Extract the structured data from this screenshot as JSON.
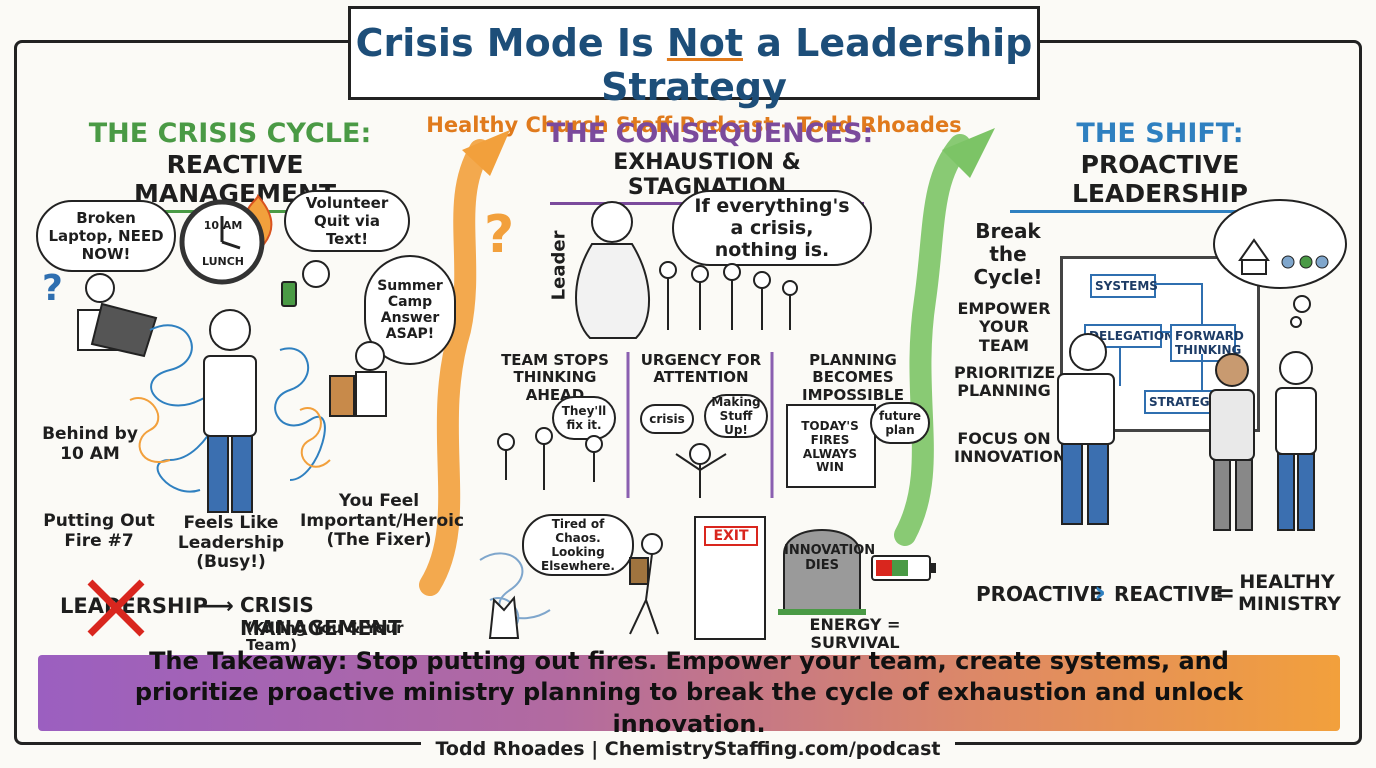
{
  "header": {
    "title_part1": "Crisis Mode Is ",
    "title_not": "Not",
    "title_part2": " a Leadership Strategy",
    "subtitle": "Healthy Church Staff Podcast - Todd Rhoades"
  },
  "crisis": {
    "heading1": "THE CRISIS CYCLE:",
    "heading2": "REACTIVE MANAGEMENT",
    "bubble_laptop": "Broken Laptop, NEED NOW!",
    "clock_time": "10 AM",
    "clock_lunch": "LUNCH",
    "bubble_volunteer": "Volunteer Quit via Text!",
    "bubble_camp": "Summer Camp Answer ASAP!",
    "behind": "Behind by 10 AM",
    "fire": "Putting Out Fire #7",
    "feels": "Feels Like Leadership (Busy!)",
    "important": "You Feel Important/Heroic (The Fixer)",
    "leadership_crossed": "LEADERSHIP",
    "crisis_mgmt": "CRISIS MANAGEMENT",
    "killing": "(Killing You & Your Team)"
  },
  "consequences": {
    "heading1": "THE CONSEQUENCES:",
    "heading2": "EXHAUSTION & STAGNATION",
    "thought": "If everything's a crisis, nothing is.",
    "leader_label": "Leader",
    "col1_title": "TEAM STOPS THINKING AHEAD",
    "col1_bubble": "They'll fix it.",
    "col2_title": "URGENCY FOR ATTENTION",
    "col2_crisis": "crisis",
    "col2_bubble": "Making Stuff Up!",
    "col3_title": "PLANNING BECOMES IMPOSSIBLE",
    "col3_board": "TODAY'S FIRES ALWAYS WIN",
    "col3_future": "future plan",
    "tired": "Tired of Chaos. Looking Elsewhere.",
    "exit": "EXIT",
    "tomb": "INNOVATION DIES",
    "energy": "ENERGY = SURVIVAL"
  },
  "shift": {
    "heading1": "THE SHIFT:",
    "heading2": "PROACTIVE LEADERSHIP",
    "break": "Break the Cycle!",
    "items": [
      "EMPOWER YOUR TEAM",
      "PRIORITIZE PLANNING",
      "FOCUS ON INNOVATION"
    ],
    "board_systems": "SYSTEMS",
    "board_delegation": "DELEGATION",
    "board_forward": "FORWARD THINKING",
    "board_strategy": "STRATEGY",
    "eq_proactive": "PROACTIVE",
    "eq_reactive": "REACTIVE",
    "eq_equals": "=",
    "eq_result": "HEALTHY MINISTRY"
  },
  "takeaway": "The Takeaway: Stop putting out fires. Empower your team, create systems, and prioritize proactive ministry planning to break the cycle of exhaustion and unlock innovation.",
  "footer": "Todd Rhoades | ChemistryStaffing.com/podcast",
  "colors": {
    "title_blue": "#1d4e79",
    "accent_orange": "#e07a1c",
    "crisis_green": "#4a9a45",
    "consequence_purple": "#7b4a9c",
    "shift_blue": "#2f80c0"
  }
}
